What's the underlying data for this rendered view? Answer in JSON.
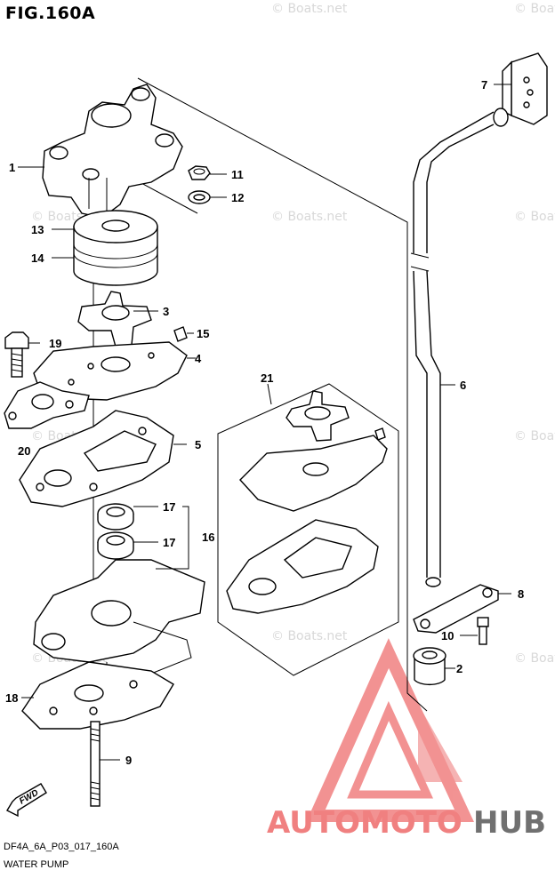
{
  "header": {
    "figure": "FIG.160A"
  },
  "footer": {
    "code": "DF4A_6A_P03_017_160A",
    "name": "WATER PUMP"
  },
  "watermark": {
    "text": "© Boats.net"
  },
  "brand": {
    "part1": "AUTOMOTO",
    "part2": "HUB",
    "color1": "#f08080",
    "color2": "#707070"
  },
  "fwd": {
    "label": "FWD"
  },
  "callouts": {
    "c1": "1",
    "c2": "2",
    "c3": "3",
    "c4": "4",
    "c5": "5",
    "c6": "6",
    "c7": "7",
    "c8": "8",
    "c9": "9",
    "c10": "10",
    "c11": "11",
    "c12": "12",
    "c13": "13",
    "c14": "14",
    "c15": "15",
    "c16": "16",
    "c17a": "17",
    "c17b": "17",
    "c18": "18",
    "c19": "19",
    "c20": "20",
    "c21": "21"
  }
}
